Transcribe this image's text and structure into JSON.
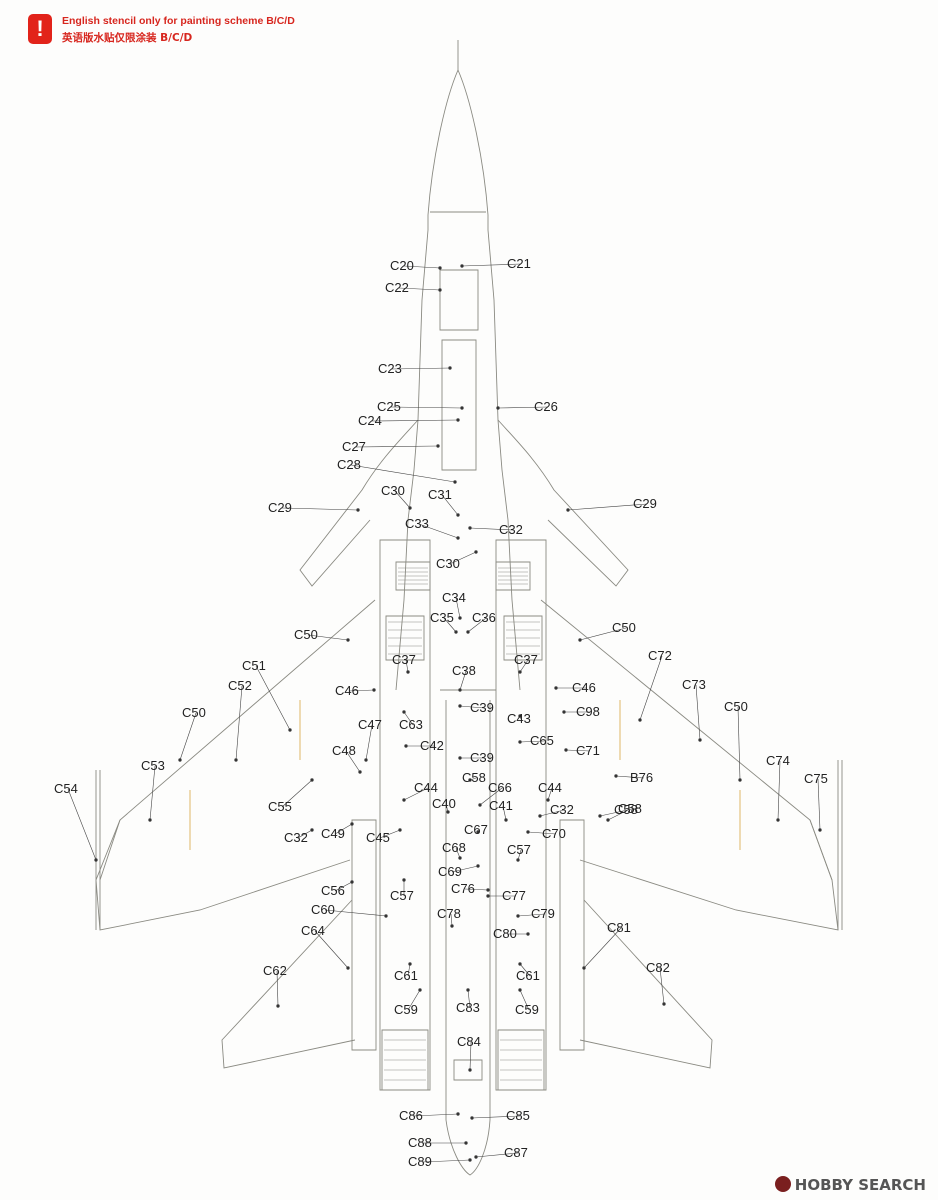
{
  "notice": {
    "icon": "!",
    "english": "English stencil only for painting scheme B/C/D",
    "chinese": "英语版水贴仅限涂装 B/C/D"
  },
  "callouts": [
    "C20",
    "C21",
    "C22",
    "C23",
    "C25",
    "C26",
    "C24",
    "C27",
    "C28",
    "C29",
    "C30",
    "C31",
    "C29",
    "C33",
    "C32",
    "C30",
    "C34",
    "C35",
    "C36",
    "C50",
    "C37",
    "C38",
    "C37",
    "C50",
    "C72",
    "C51",
    "C46",
    "C46",
    "C73",
    "C52",
    "C47",
    "C63",
    "C39",
    "C43",
    "C98",
    "C50",
    "C50",
    "C42",
    "C65",
    "C71",
    "C48",
    "C39",
    "C74",
    "C53",
    "C58",
    "C44",
    "C44",
    "B76",
    "C75",
    "C54",
    "C55",
    "C40",
    "C66",
    "C41",
    "C32",
    "C58",
    "C32",
    "C49",
    "C45",
    "C67",
    "C70",
    "C58",
    "C68",
    "C57",
    "C56",
    "C57",
    "C69",
    "C76",
    "C77",
    "C60",
    "C78",
    "C79",
    "C64",
    "C80",
    "C81",
    "C82",
    "C62",
    "C61",
    "C61",
    "C59",
    "C83",
    "C59",
    "C84",
    "C86",
    "C85",
    "C88",
    "C87",
    "C89"
  ],
  "watermark": "HOBBY SEARCH"
}
